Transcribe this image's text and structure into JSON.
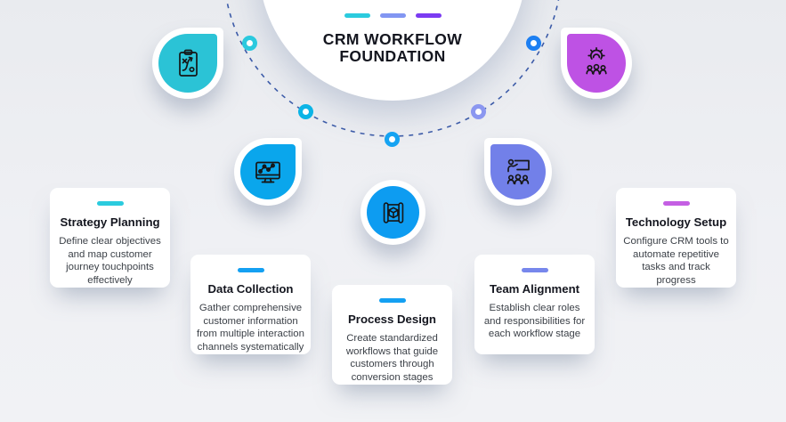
{
  "header": {
    "title_line1": "CRM WORKFLOW",
    "title_line2": "FOUNDATION",
    "legend_dashes": [
      {
        "name": "dash-teal",
        "color": "#2bcbde"
      },
      {
        "name": "dash-periwinkle",
        "color": "#8296f2"
      },
      {
        "name": "dash-purple",
        "color": "#7b3bf2"
      }
    ]
  },
  "arc": {
    "color": "#3d5ca9",
    "nodes": [
      {
        "color": "#2bc9de"
      },
      {
        "color": "#0cb4e6"
      },
      {
        "color": "#15a3f2"
      },
      {
        "color": "#8b97f0"
      },
      {
        "color": "#1d7ff2"
      }
    ]
  },
  "steps": [
    {
      "title": "Strategy Planning",
      "description": "Define clear objectives and map customer journey touchpoints effectively",
      "accent_color": "#2bcbde",
      "circle_color": "#2bc3d6",
      "icon": "strategy-planning-icon"
    },
    {
      "title": "Data Collection",
      "description": "Gather comprehensive customer information from multiple interaction channels systematically",
      "accent_color": "#14a0f2",
      "circle_color": "#0aa6ec",
      "icon": "data-collection-icon"
    },
    {
      "title": "Process Design",
      "description": "Create standardized workflows that guide customers through conversion stages",
      "accent_color": "#14a0f2",
      "circle_color": "#0d9cf1",
      "icon": "process-design-icon"
    },
    {
      "title": "Team Alignment",
      "description": "Establish clear roles and responsibilities for each workflow stage",
      "accent_color": "#7787ec",
      "circle_color": "#7280e9",
      "icon": "team-alignment-icon"
    },
    {
      "title": "Technology Setup",
      "description": "Configure CRM tools to automate repetitive tasks and track progress",
      "accent_color": "#c45fe3",
      "circle_color": "#be52e4",
      "icon": "technology-setup-icon"
    }
  ]
}
